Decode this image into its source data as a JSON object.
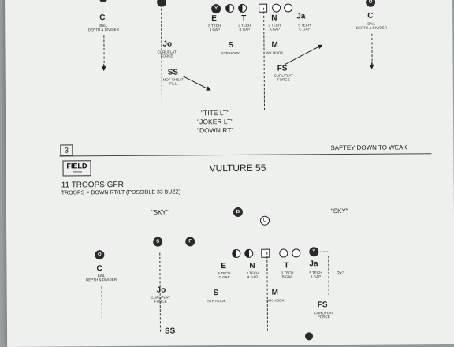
{
  "top": {
    "c_left": {
      "letter": "C",
      "sub1": "BAIL",
      "sub2": "DEPTH & DIVIDER"
    },
    "c_right": {
      "letter": "C",
      "sub1": "BAIL",
      "sub2": "DEPTH & DIVIDER"
    },
    "top_icons": [
      "Y",
      "O"
    ],
    "dl": [
      {
        "letter": "E",
        "sub1": "5 TECH",
        "sub2": "3 GAP"
      },
      {
        "letter": "T",
        "sub1": "3 TECH",
        "sub2": "B GAP"
      },
      {
        "letter": "N",
        "sub1": "3 TECH",
        "sub2": "A GAP"
      },
      {
        "letter": "Ja",
        "sub1": "5 TECH",
        "sub2": "C GAP"
      }
    ],
    "jo": {
      "letter": "Jo",
      "sub1": "CURL/FLAT",
      "sub2": "FORCE"
    },
    "s": {
      "letter": "S",
      "sub1": "STR HOOK"
    },
    "m": {
      "letter": "M",
      "sub1": "WK HOOK"
    },
    "ss": {
      "letter": "SS",
      "sub1": "MOF CHEAT",
      "sub2": "FILL"
    },
    "fs": {
      "letter": "FS",
      "sub1": "CURL/FLAT",
      "sub2": "FORCE"
    },
    "calls": [
      "\"TITE LT\"",
      "\"JOKER LT\"",
      "\"DOWN RT\""
    ],
    "number": "3",
    "note": "SAFTEY DOWN TO WEAK"
  },
  "bottom": {
    "field_label": "FIELD",
    "title": "VULTURE 55",
    "formation": "11 TROOPS GFR",
    "troops_note": "TROOPS = DOWN RT/LT (POSSIBLE 33 BUZZ)",
    "sky_left": "\"SKY\"",
    "sky_right": "\"SKY\"",
    "icons": {
      "b": "B",
      "u": "U",
      "s": "S",
      "f": "F",
      "o_left": "O",
      "y": "Y"
    },
    "c_left": {
      "letter": "C",
      "sub1": "BAIL",
      "sub2": "DEPTH & DIVIDER"
    },
    "dl": [
      {
        "letter": "E",
        "sub1": "5 TECH",
        "sub2": "C GAP"
      },
      {
        "letter": "N",
        "sub1": "3 TECH",
        "sub2": "A GAP"
      },
      {
        "letter": "T",
        "sub1": "3 TECH",
        "sub2": "B GAP"
      },
      {
        "letter": "Ja",
        "sub1": "5 TECH",
        "sub2": "3 GAP"
      }
    ],
    "jo": {
      "letter": "Jo",
      "sub1": "CURL/FLAT",
      "sub2": "FORCE"
    },
    "s": {
      "letter": "S",
      "sub1": "STR HOOK"
    },
    "m": {
      "letter": "M",
      "sub1": "WK HOOK"
    },
    "fs": {
      "letter": "FS",
      "sub1": "CURL/FLAT",
      "sub2": "FORCE"
    },
    "ss": {
      "letter": "SS"
    },
    "side_note": "2x3"
  }
}
